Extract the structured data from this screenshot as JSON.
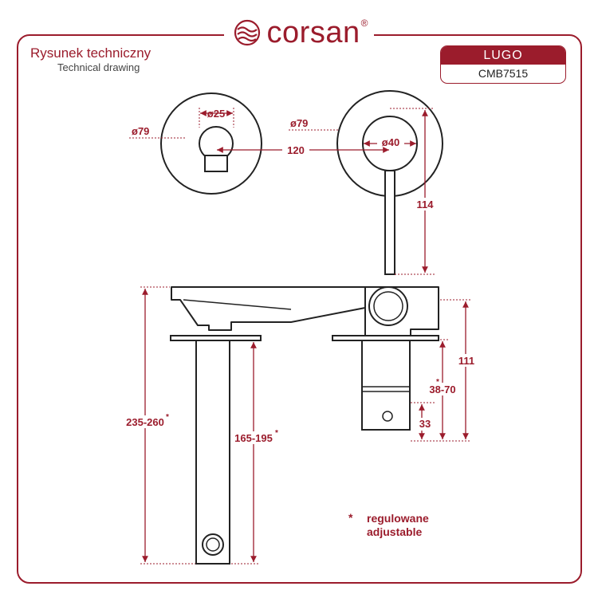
{
  "brand": {
    "name": "corsan",
    "registered": "®"
  },
  "header": {
    "title_pl": "Rysunek techniczny",
    "title_en": "Technical drawing"
  },
  "product": {
    "name": "LUGO",
    "code": "CMB7515"
  },
  "dimensions": {
    "left_plate_dia": "ø79",
    "right_plate_dia": "ø79",
    "handle_dia": "ø25",
    "spout_hole_dia": "ø40",
    "center_distance": "120",
    "lever_height": "114",
    "body_height": "111",
    "wall_depth": "38-70",
    "wall_depth_mark": "*",
    "bottom_offset": "33",
    "spout_total": "235-260",
    "spout_total_mark": "*",
    "spout_pipe": "165-195",
    "spout_pipe_mark": "*"
  },
  "note": {
    "mark": "*",
    "text_pl": "regulowane",
    "text_en": "adjustable"
  },
  "colors": {
    "accent": "#9b1c2c",
    "line": "#222222"
  }
}
